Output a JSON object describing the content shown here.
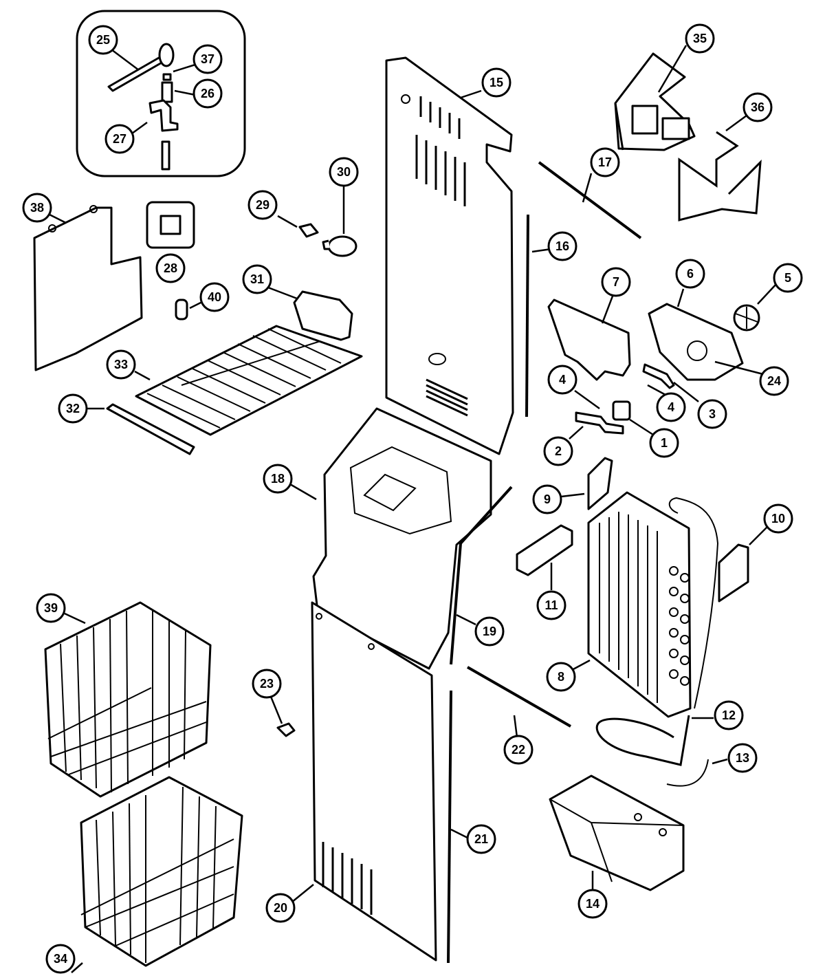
{
  "callouts": [
    {
      "label": "25"
    },
    {
      "label": "37"
    },
    {
      "label": "26"
    },
    {
      "label": "27"
    },
    {
      "label": "35"
    },
    {
      "label": "36"
    },
    {
      "label": "15"
    },
    {
      "label": "17"
    },
    {
      "label": "16"
    },
    {
      "label": "38"
    },
    {
      "label": "29"
    },
    {
      "label": "30"
    },
    {
      "label": "28"
    },
    {
      "label": "31"
    },
    {
      "label": "40"
    },
    {
      "label": "33"
    },
    {
      "label": "32"
    },
    {
      "label": "7"
    },
    {
      "label": "6"
    },
    {
      "label": "5"
    },
    {
      "label": "4"
    },
    {
      "label": "24"
    },
    {
      "label": "4"
    },
    {
      "label": "3"
    },
    {
      "label": "2"
    },
    {
      "label": "1"
    },
    {
      "label": "9"
    },
    {
      "label": "10"
    },
    {
      "label": "18"
    },
    {
      "label": "11"
    },
    {
      "label": "19"
    },
    {
      "label": "39"
    },
    {
      "label": "8"
    },
    {
      "label": "23"
    },
    {
      "label": "22"
    },
    {
      "label": "12"
    },
    {
      "label": "13"
    },
    {
      "label": "21"
    },
    {
      "label": "20"
    },
    {
      "label": "14"
    },
    {
      "label": "34"
    }
  ]
}
